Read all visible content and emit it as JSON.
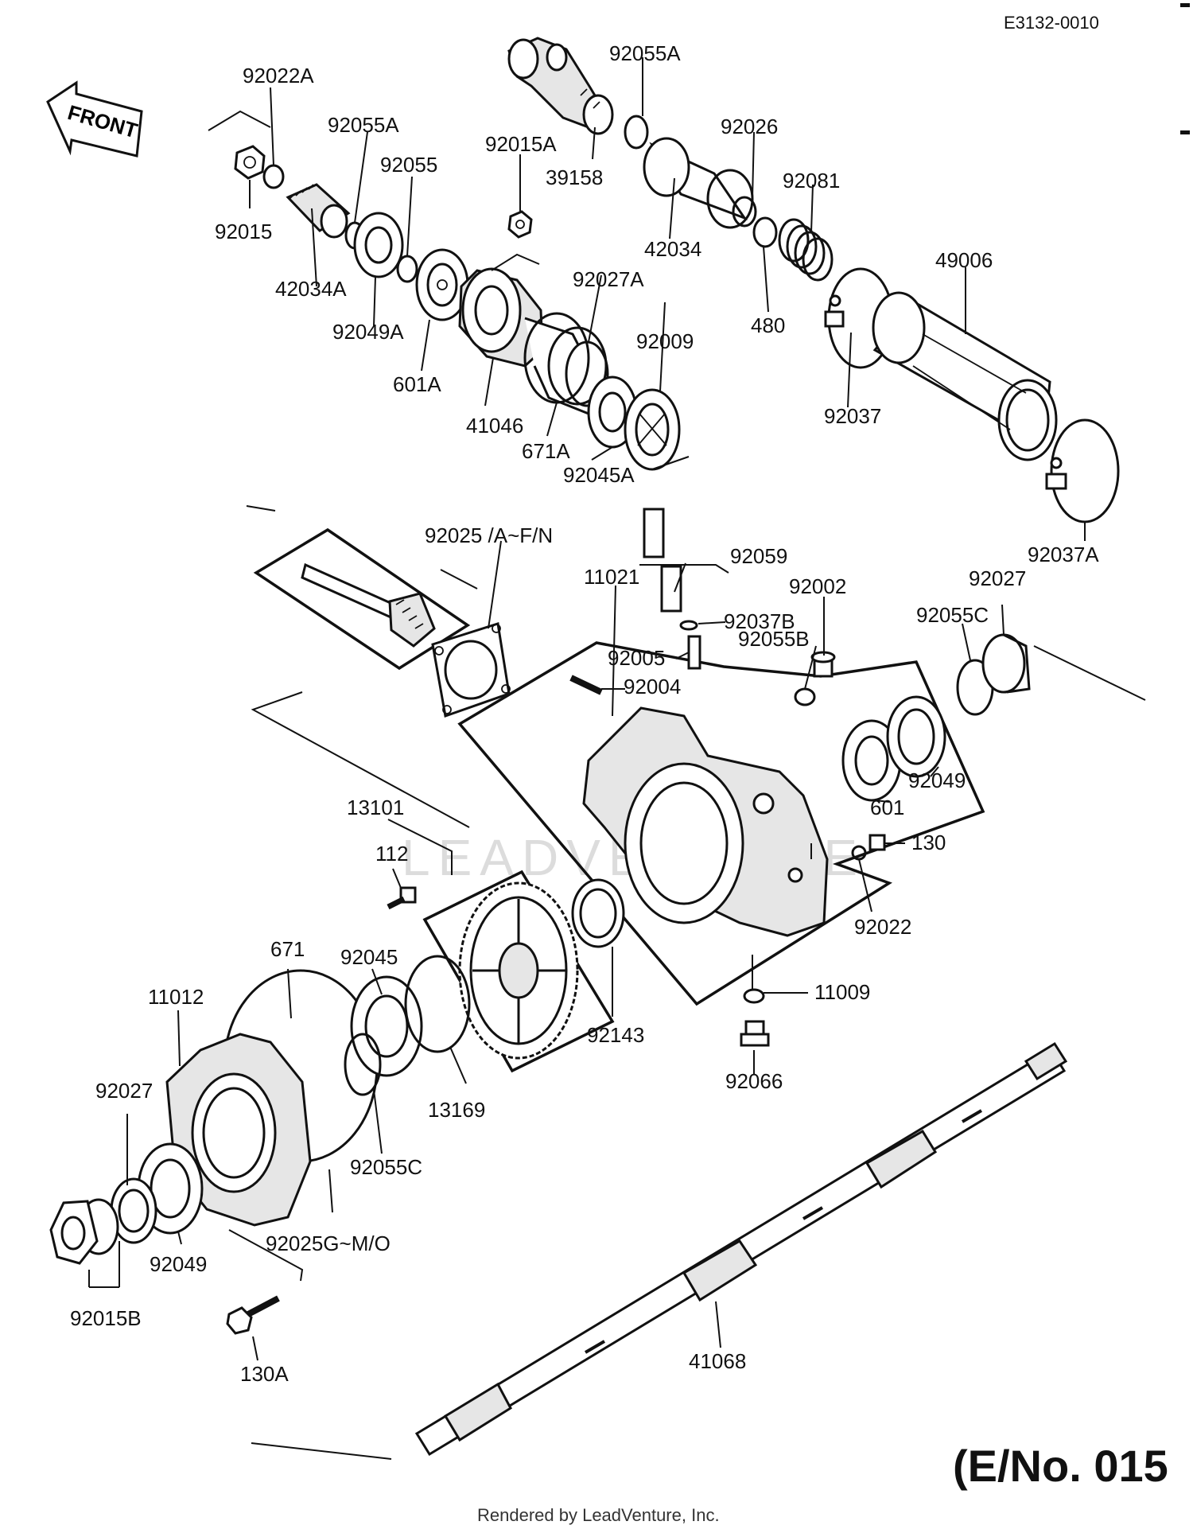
{
  "diagram": {
    "code": "E3132-0010",
    "front_label": "FRONT",
    "engine_note": "(E/No. 015",
    "footer": "Rendered by LeadVenture, Inc.",
    "watermark": "LEADVENTURE",
    "labels": {
      "p92022A": "92022A",
      "p92055A_top": "92055A",
      "p92055A_left": "92055A",
      "p92055": "92055",
      "p92015A": "92015A",
      "p39158": "39158",
      "p92026": "92026",
      "p92081": "92081",
      "p42034": "42034",
      "p480": "480",
      "p49006": "49006",
      "p92015": "92015",
      "p42034A": "42034A",
      "p92049A": "92049A",
      "p601A": "601A",
      "p92027A": "92027A",
      "p92009": "92009",
      "p41046": "41046",
      "p671A": "671A",
      "p92045A": "92045A",
      "p92037": "92037",
      "p92037A": "92037A",
      "p92025AFN": "92025 /A~F/N",
      "p11021": "11021",
      "p92059": "92059",
      "p92002": "92002",
      "p92027": "92027",
      "p92037B": "92037B",
      "p92055C_right": "92055C",
      "p92005": "92005",
      "p92055B": "92055B",
      "p92004": "92004",
      "p92049_right": "92049",
      "p601": "601",
      "p130": "130",
      "p13101": "13101",
      "p112": "112",
      "p92022": "92022",
      "p671": "671",
      "p92045": "92045",
      "p11012": "11012",
      "p92143": "92143",
      "p11009": "11009",
      "p92027_left": "92027",
      "p13169": "13169",
      "p92066": "92066",
      "p92055C_left": "92055C",
      "p92025GMO": "92025G~M/O",
      "p92049_left": "92049",
      "p92015B": "92015B",
      "p130A": "130A",
      "p41068": "41068"
    }
  }
}
